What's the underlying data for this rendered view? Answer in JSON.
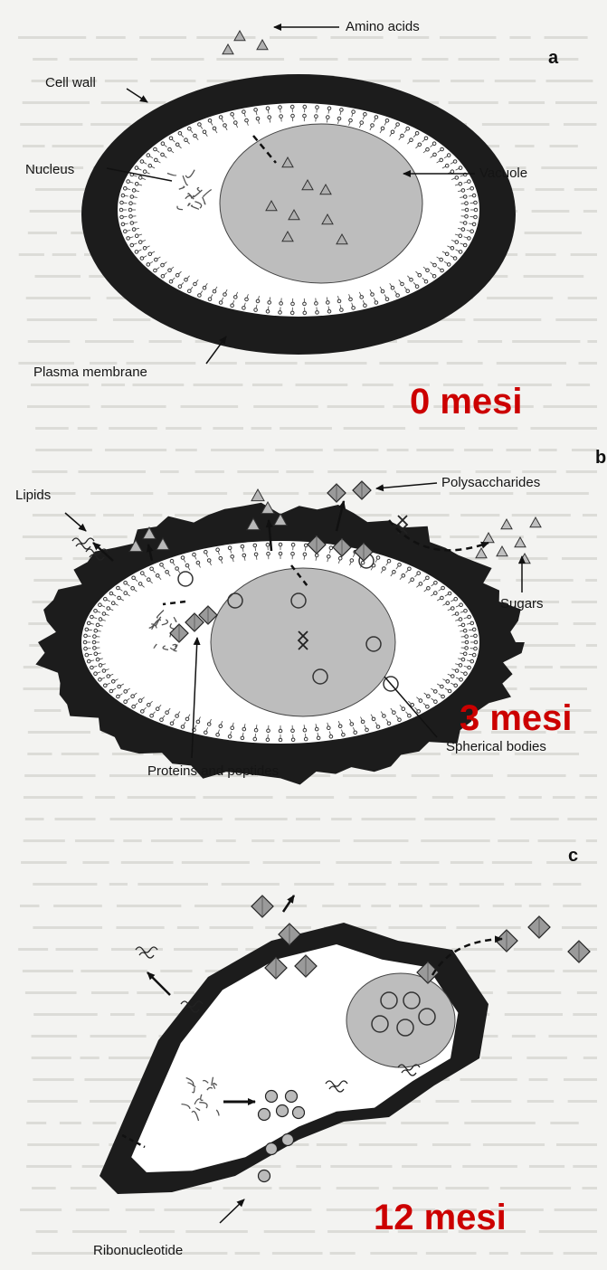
{
  "panels": {
    "a": {
      "letter": "a",
      "stage": "0 mesi",
      "labels": {
        "amino_acids": "Amino acids",
        "cell_wall": "Cell wall",
        "nucleus": "Nucleus",
        "vacuole": "Vacuole",
        "plasma_membrane": "Plasma membrane"
      }
    },
    "b": {
      "letter": "b",
      "stage": "3 mesi",
      "labels": {
        "lipids": "Lipids",
        "polysaccharides": "Polysaccharides",
        "sugars": "Sugars",
        "spherical_bodies": "Spherical bodies",
        "proteins_peptides": "Proteins and peptides"
      }
    },
    "c": {
      "letter": "c",
      "stage": "12 mesi",
      "labels": {
        "ribonucleotide": "Ribonucleotide"
      }
    }
  },
  "colors": {
    "stage_text": "#cc0000",
    "cell_wall": "#1c1c1c",
    "vacuole": "#bdbdbd",
    "cytoplasm": "#ffffff",
    "background": "#f3f3f1"
  }
}
